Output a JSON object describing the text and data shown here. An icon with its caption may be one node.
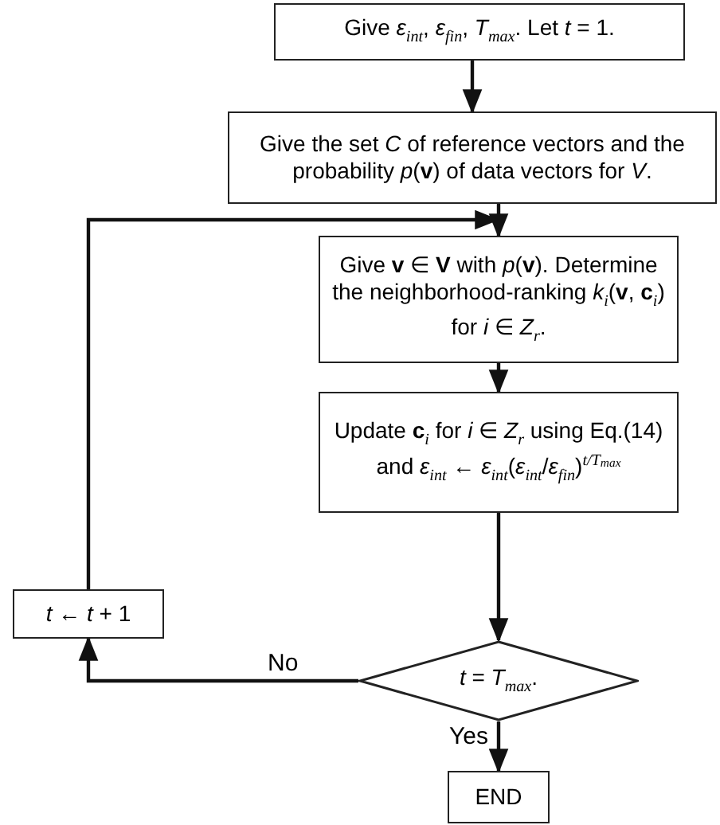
{
  "diagram": {
    "nodes": [
      {
        "text": [
          "Give *ε*$_{int}$, *ε*$_{fin}$, *T*$_{max}$. Let *t* = 1."
        ]
      },
      {
        "text": [
          "Give the set *C* of reference vectors and the probability *p*(**v**) of data vectors for *V*."
        ]
      },
      {
        "text": [
          "Give **v** ∈ **V** with *p*(**v**). Determine the neighborhood-ranking *k*$_{i}$(**v**, **c**$_{i}$) for *i* ∈ *Z*$_{r}$."
        ]
      },
      {
        "text": [
          "Update **c**$_{i}$ for *i* ∈ *Z*$_{r}$ using Eq.(14) and *ε*$_{int}$ ← *ε*$_{int}$(*ε*$_{int}$/*ε*$_{fin}$)$^{t/T}$$^{max}$"
        ]
      },
      {
        "text": [
          "*t* ← *t* + 1"
        ]
      },
      {
        "text": [
          "*t* = *T*$_{max}$."
        ]
      },
      {
        "text": [
          "END"
        ]
      }
    ],
    "edges": [
      {
        "from": 0,
        "to": 1,
        "arrow": "to"
      },
      {
        "from": 1,
        "to": 2,
        "arrow": "to"
      },
      {
        "from": 2,
        "to": 3,
        "arrow": "to"
      },
      {
        "from": 3,
        "to": 5,
        "arrow": "to"
      },
      {
        "from": 5,
        "to": 6,
        "arrow": "to",
        "label": "Yes"
      },
      {
        "from": 5,
        "to": 4,
        "arrow": "to",
        "label": "No"
      },
      {
        "from": 4,
        "to": 2,
        "arrow": "to"
      }
    ]
  }
}
